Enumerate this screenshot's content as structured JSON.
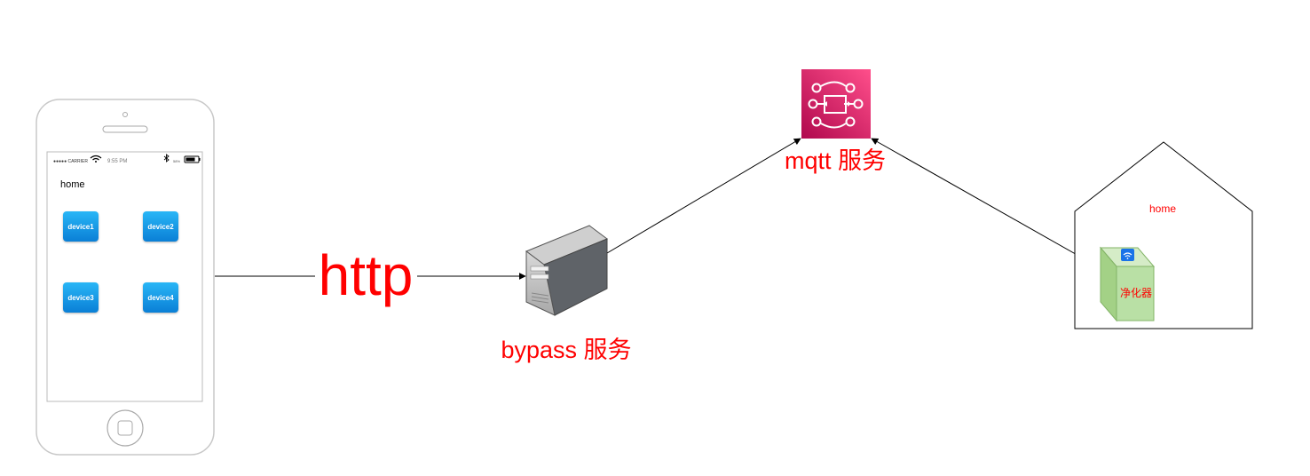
{
  "phone": {
    "carrier": "●●●●● CARRIER",
    "time": "9:55 PM",
    "battery": "58%",
    "screen_title": "home",
    "devices": [
      "device1",
      "device2",
      "device3",
      "device4"
    ]
  },
  "edges": {
    "http_label": "http"
  },
  "nodes": {
    "bypass_label": "bypass 服务",
    "mqtt_label": "mqtt 服务",
    "house_label": "home",
    "purifier_label": "净化器"
  },
  "colors": {
    "label_red": "#ff0000",
    "mqtt_pink": "#e7157b",
    "purifier_green": "#b9e0a5",
    "device_blue": "#0a7fd6"
  }
}
